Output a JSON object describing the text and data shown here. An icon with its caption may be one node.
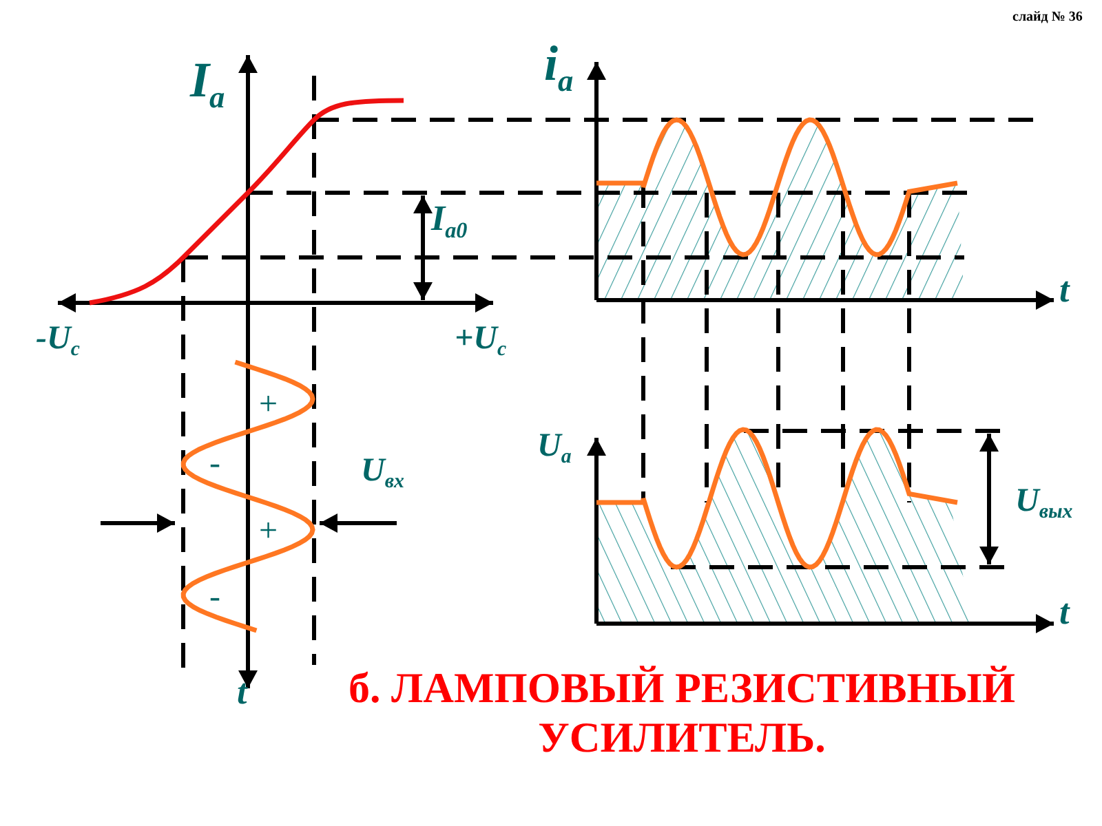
{
  "diagram": {
    "title": "б. ЛАМПОВЫЙ РЕЗИСТИВНЫЙ УСИЛИТЕЛЬ.",
    "labels": [
      "слайд № 36",
      "I$_{a}$",
      "i$_{a}$",
      "I$_{a0}$",
      "-U$_{c}$",
      "+U$_{c}$",
      "t",
      "+",
      "-",
      "U$_{a}$",
      "U$_{вх}$",
      "+",
      "-",
      "U$_{вых}$",
      "t",
      "t"
    ]
  }
}
